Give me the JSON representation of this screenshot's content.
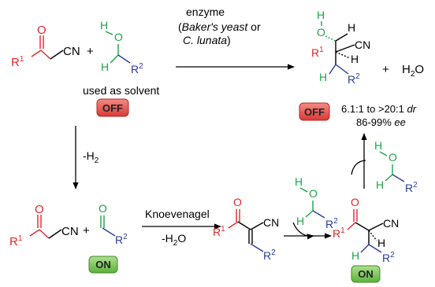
{
  "colors": {
    "red": "#e3262b",
    "green": "#1ea34a",
    "blue": "#2c3c9a",
    "black": "#000000",
    "off_badge": "#e24a45",
    "on_badge": "#6cbf4a"
  },
  "labels": {
    "enzyme": "enzyme",
    "enzyme_open": "(",
    "bakers_yeast": "Baker's yeast",
    "or_word": " or",
    "c_lunata": "C. lunata",
    "enzyme_close": ")",
    "used_as_solvent": "used as solvent",
    "off": "OFF",
    "on": "ON",
    "plus": "+",
    "water": "H",
    "water_sub": "2",
    "water_end": "O",
    "dr_text": "6.1:1 to >20:1 ",
    "dr_unit": "dr",
    "ee_text": "86-99% ",
    "ee_unit": "ee",
    "minus_h2": "-H",
    "minus_h2_sub": "2",
    "knoevenagel": "Knoevenagel",
    "minus_h2o": "-H",
    "minus_h2o_sub": "2",
    "minus_h2o_end": "O"
  },
  "atoms": {
    "O": "O",
    "H": "H",
    "CN": "CN",
    "R": "R",
    "sup1": "1",
    "sup2": "2"
  }
}
